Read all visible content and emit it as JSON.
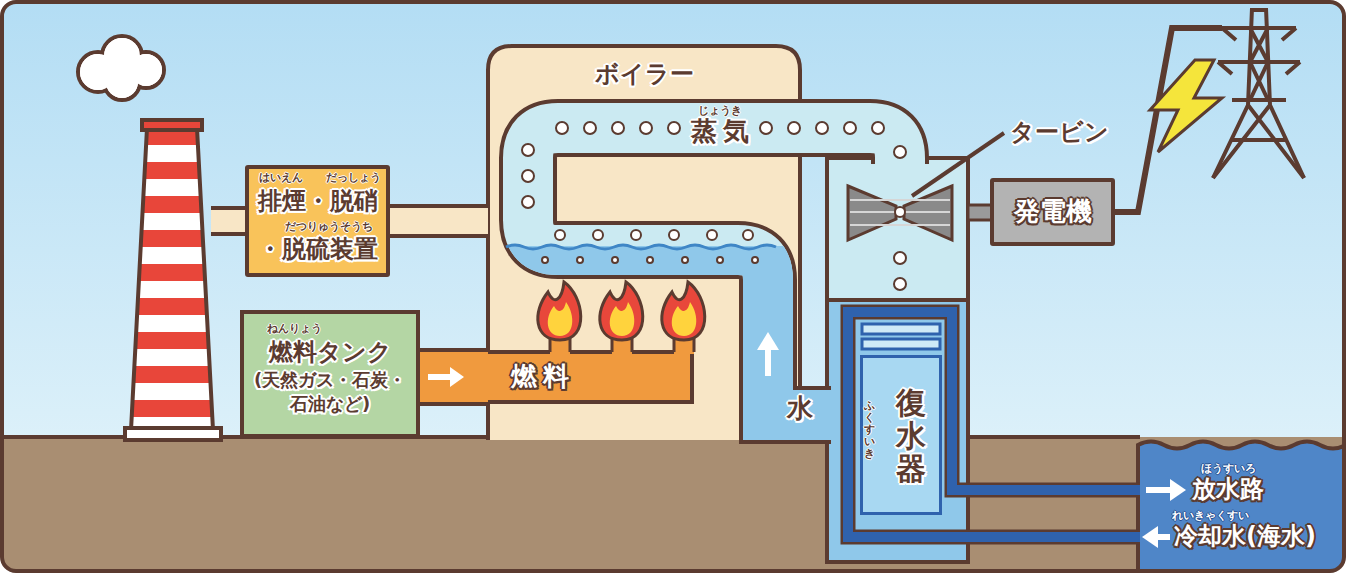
{
  "diagram": {
    "nodes": [
      {
        "text": [
          "ボイラー"
        ]
      },
      {
        "text": [
          "排煙・脱硝 ・脱硫装置"
        ]
      },
      {
        "text": [
          "燃料タンク",
          "(天然ガス・石炭・ 石油など)"
        ]
      },
      {
        "text": [
          "発電機"
        ]
      },
      {
        "text": [
          "復水器"
        ]
      }
    ],
    "edges": [
      {
        "from": 1,
        "to": 0,
        "arrow": "none"
      },
      {
        "from": 2,
        "to": 0,
        "arrow": "to",
        "label": "燃料"
      }
    ],
    "labels": [
      "じょうき",
      "蒸気",
      "タービン",
      "はいえん",
      "だっしょう",
      "だつりゅうそうち",
      "ねんりょう",
      "水",
      "ふくすいき",
      "ほうすいろ",
      "放水路",
      "れいきゃくすい",
      "冷却水(海水)"
    ]
  }
}
